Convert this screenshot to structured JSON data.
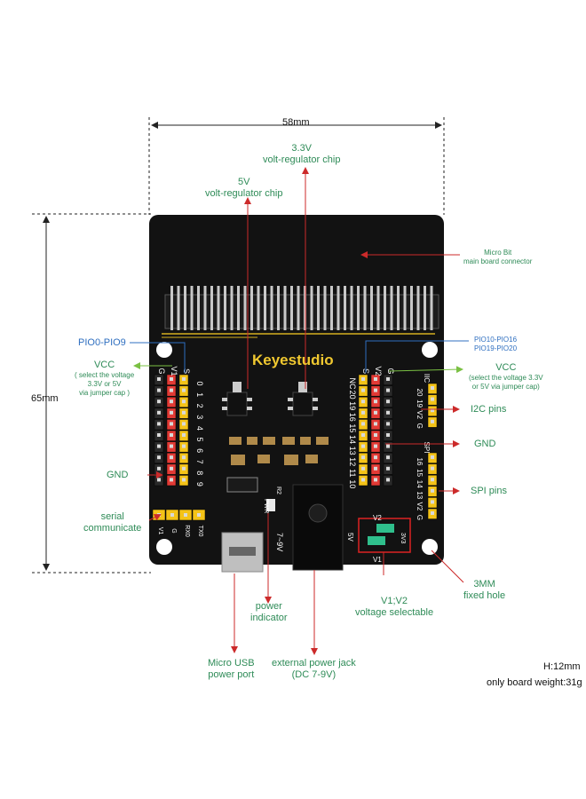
{
  "dimensions": {
    "width": "58mm",
    "height": "65mm"
  },
  "board": {
    "brand": "Keyestudio",
    "left_header": {
      "cols": [
        "G",
        "V1",
        "S"
      ],
      "pins": [
        "0",
        "1",
        "2",
        "3",
        "4",
        "5",
        "6",
        "7",
        "8",
        "9"
      ]
    },
    "right_header": {
      "cols": [
        "S",
        "V2",
        "G"
      ],
      "pins": [
        "NC",
        "20",
        "19",
        "16",
        "15",
        "14",
        "13",
        "12",
        "11",
        "10"
      ]
    },
    "i2c_header": {
      "title": "IIC",
      "pins": [
        "20",
        "19",
        "V2",
        "G"
      ]
    },
    "spi_header": {
      "title": "SPI",
      "pins": [
        "16",
        "15",
        "14",
        "13",
        "V2",
        "G"
      ]
    },
    "serial_header": [
      "V1",
      "G",
      "RX0",
      "TX0"
    ],
    "misc_silk": {
      "pwr": "PWR",
      "r2": "R2",
      "vin": "7~9V",
      "v5": "5V",
      "v2": "V2",
      "v1": "V1",
      "v3": "3V3"
    }
  },
  "labels": {
    "chip_3v3": [
      "3.3V",
      "volt-regulator chip"
    ],
    "chip_5v": [
      "5V",
      "volt-regulator chip"
    ],
    "microbit": [
      "Micro Bit",
      "main board connector"
    ],
    "pio_left": "PIO0-PIO9",
    "pio_right": [
      "PIO10-PIO16",
      "PIO19-PIO20"
    ],
    "vcc_left": {
      "title": "VCC",
      "desc": [
        "( select the voltage",
        "3.3V or  5V",
        "via jumper cap )"
      ]
    },
    "vcc_right": {
      "title": "VCC",
      "desc": [
        "(select the voltage 3.3V",
        "or 5V via jumper cap)"
      ]
    },
    "i2c": "I2C pins",
    "gnd_left": "GND",
    "gnd_right": "GND",
    "spi": "SPI pins",
    "serial": [
      "serial",
      "communicate"
    ],
    "hole": [
      "3MM",
      "fixed hole"
    ],
    "power_indicator": [
      "power",
      "indicator"
    ],
    "voltage_sel": [
      "V1;V2",
      "voltage selectable"
    ],
    "usb": [
      "Micro USB",
      "power port"
    ],
    "jack": [
      "external power jack",
      "(DC 7-9V)"
    ],
    "height": "H:12mm",
    "weight": "only board weight:31g"
  },
  "colors": {
    "pcb": "#121212",
    "red": "#e23a35",
    "yellow": "#f4c318",
    "black_header": "#2a2a2a",
    "green": "#2e8b57",
    "blue": "#2f6fc0",
    "arrow_red": "#cc2a2a"
  }
}
